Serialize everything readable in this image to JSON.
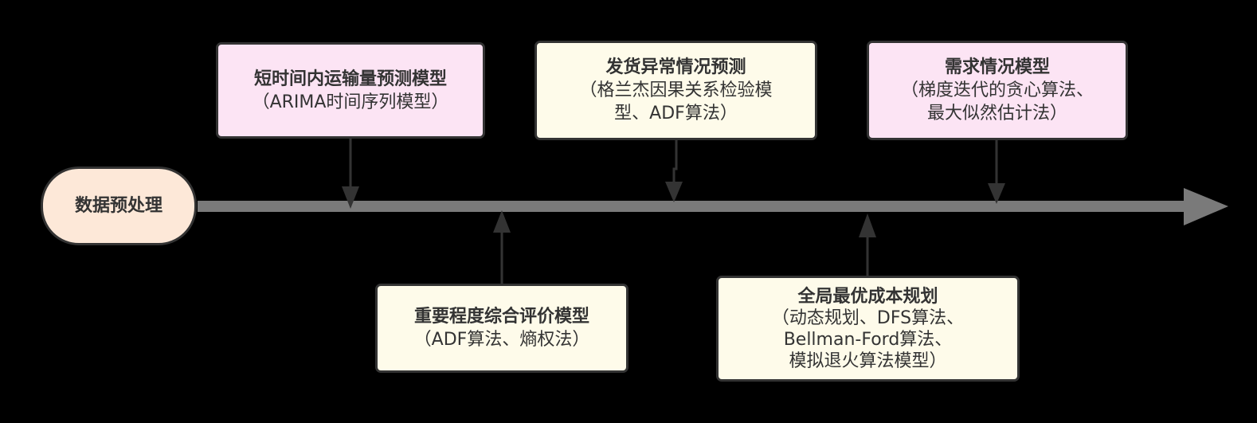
{
  "start": {
    "label": "数据预处理"
  },
  "nodes": {
    "short_term": {
      "title": "短时间内运输量预测模型",
      "lines": [
        "（ARIMA时间序列模型）"
      ]
    },
    "shipping_anomaly": {
      "title": "发货异常情况预测",
      "lines": [
        "（格兰杰因果关系检验模",
        "型、ADF算法）"
      ]
    },
    "demand": {
      "title": "需求情况模型",
      "lines": [
        "（梯度迭代的贪心算法、",
        "最大似然估计法）"
      ]
    },
    "importance": {
      "title": "重要程度综合评价模型",
      "lines": [
        "（ADF算法、熵权法）"
      ]
    },
    "global_cost": {
      "title": "全局最优成本规划",
      "lines": [
        "（动态规划、DFS算法、",
        "Bellman-Ford算法、",
        "模拟退火算法模型）"
      ]
    }
  },
  "colors": {
    "background": "#000000",
    "timeline": "#7a7a7a",
    "connector": "#333333",
    "pink_box": "#fce4f4",
    "cream_box": "#fefbea",
    "start_box": "#fde8d8"
  }
}
